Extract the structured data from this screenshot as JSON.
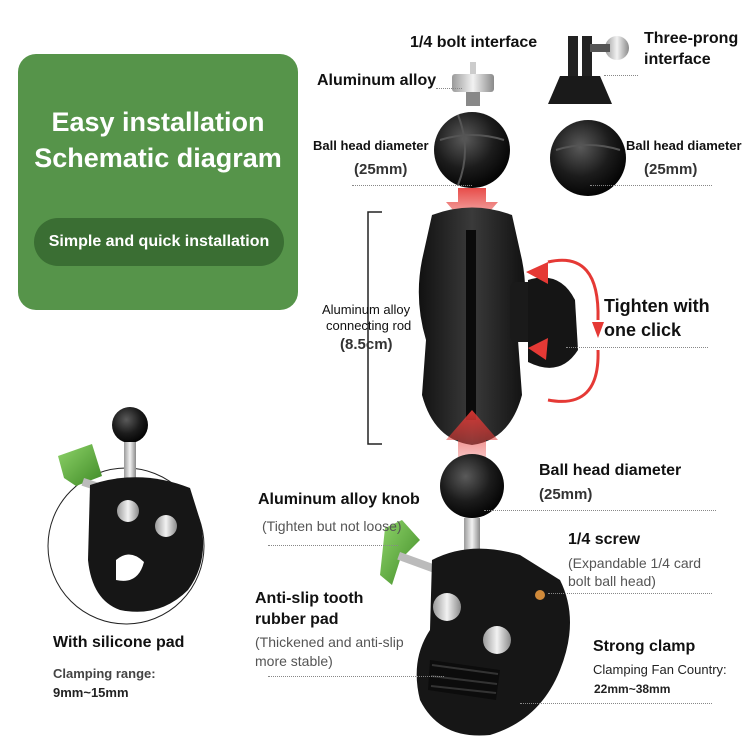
{
  "panel": {
    "title_line1": "Easy installation",
    "title_line2": "Schematic diagram",
    "pill": "Simple and quick installation"
  },
  "labels": {
    "bolt_interface": "1/4 bolt interface",
    "three_prong_1": "Three-prong",
    "three_prong_2": "interface",
    "aluminum_alloy": "Aluminum alloy",
    "ball_head_left": "Ball head diameter",
    "ball_head_left_size": "(25mm)",
    "ball_head_right": "Ball head diameter",
    "ball_head_right_size": "(25mm)",
    "rod_1": "Aluminum alloy",
    "rod_2": "connecting rod",
    "rod_3": "(8.5cm)",
    "tighten_1": "Tighten with",
    "tighten_2": "one click",
    "ball_head_mid": "Ball head diameter",
    "ball_head_mid_size": "(25mm)",
    "knob": "Aluminum alloy knob",
    "knob_note": "(Tighten but not loose)",
    "screw": "1/4 screw",
    "screw_note_1": "(Expandable 1/4 card",
    "screw_note_2": "bolt ball head)",
    "antislip_1": "Anti-slip tooth",
    "antislip_2": "rubber pad",
    "antislip_note_1": "(Thickened and anti-slip",
    "antislip_note_2": "more stable)",
    "clamp": "Strong clamp",
    "clamp_note": "Clamping Fan Country:",
    "clamp_range": "22mm~38mm",
    "silicone": "With silicone pad",
    "clamping_range": "Clamping range:",
    "clamping_range_val": "9mm~15mm"
  },
  "colors": {
    "panel_green": "#56944a",
    "pill_green": "#3a6e33",
    "knob_green": "#5aa83a",
    "arrow_red": "#e53935"
  }
}
